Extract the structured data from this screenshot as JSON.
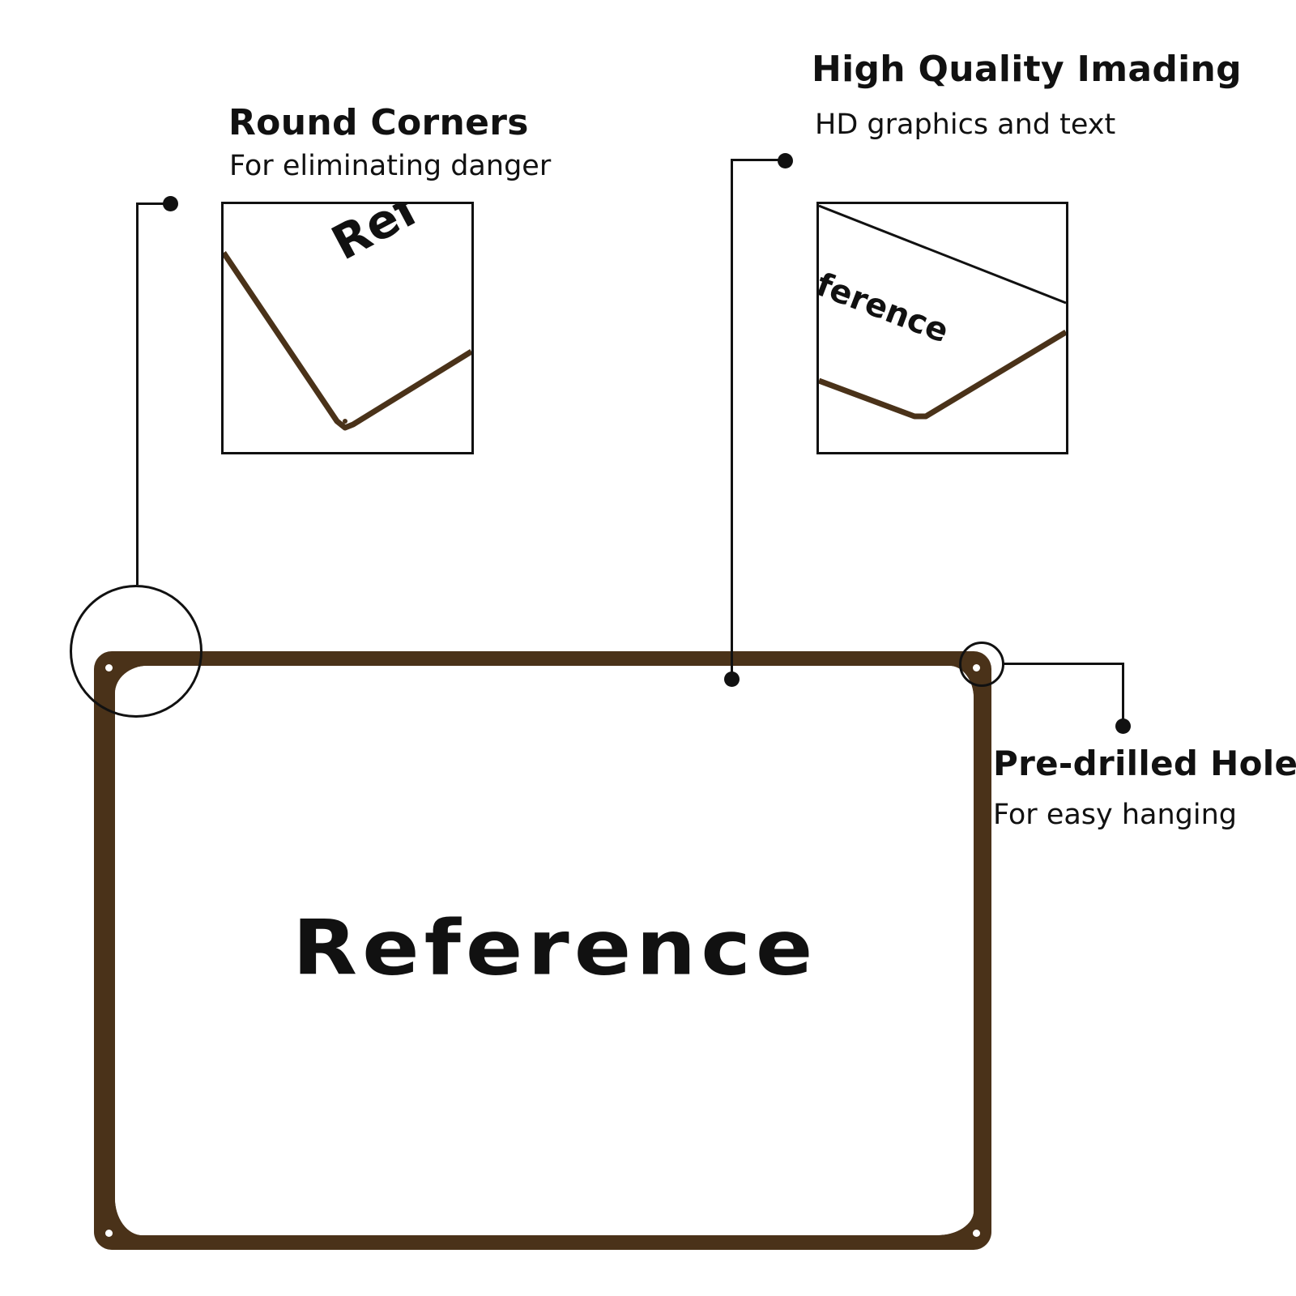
{
  "features": {
    "round_corners": {
      "title": "Round Corners",
      "subtitle": "For eliminating danger",
      "inset_text": "Ref"
    },
    "high_quality": {
      "title": "High Quality Imading",
      "subtitle": "HD graphics and text",
      "inset_text": "ference"
    },
    "pre_drilled": {
      "title": "Pre-drilled Holes",
      "subtitle": "For easy hanging"
    }
  },
  "sign": {
    "text": "Reference",
    "frame_color": "#4a3219",
    "face_color": "#ffffff"
  },
  "colors": {
    "ink": "#111111",
    "background": "#ffffff"
  }
}
